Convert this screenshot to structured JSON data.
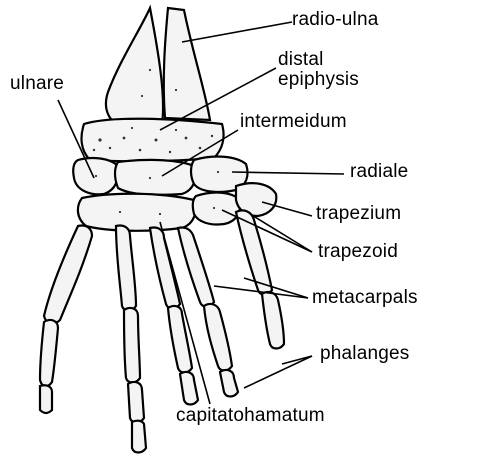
{
  "labels": {
    "radio_ulna": "radio-ulna",
    "distal_epiphysis_1": "distal",
    "distal_epiphysis_2": "epiphysis",
    "ulnare": "ulnare",
    "intermeidum": "intermeidum",
    "radiale": "radiale",
    "trapezium": "trapezium",
    "trapezoid": "trapezoid",
    "metacarpals": "metacarpals",
    "phalanges": "phalanges",
    "capitatohamatum": "capitatohamatum"
  }
}
